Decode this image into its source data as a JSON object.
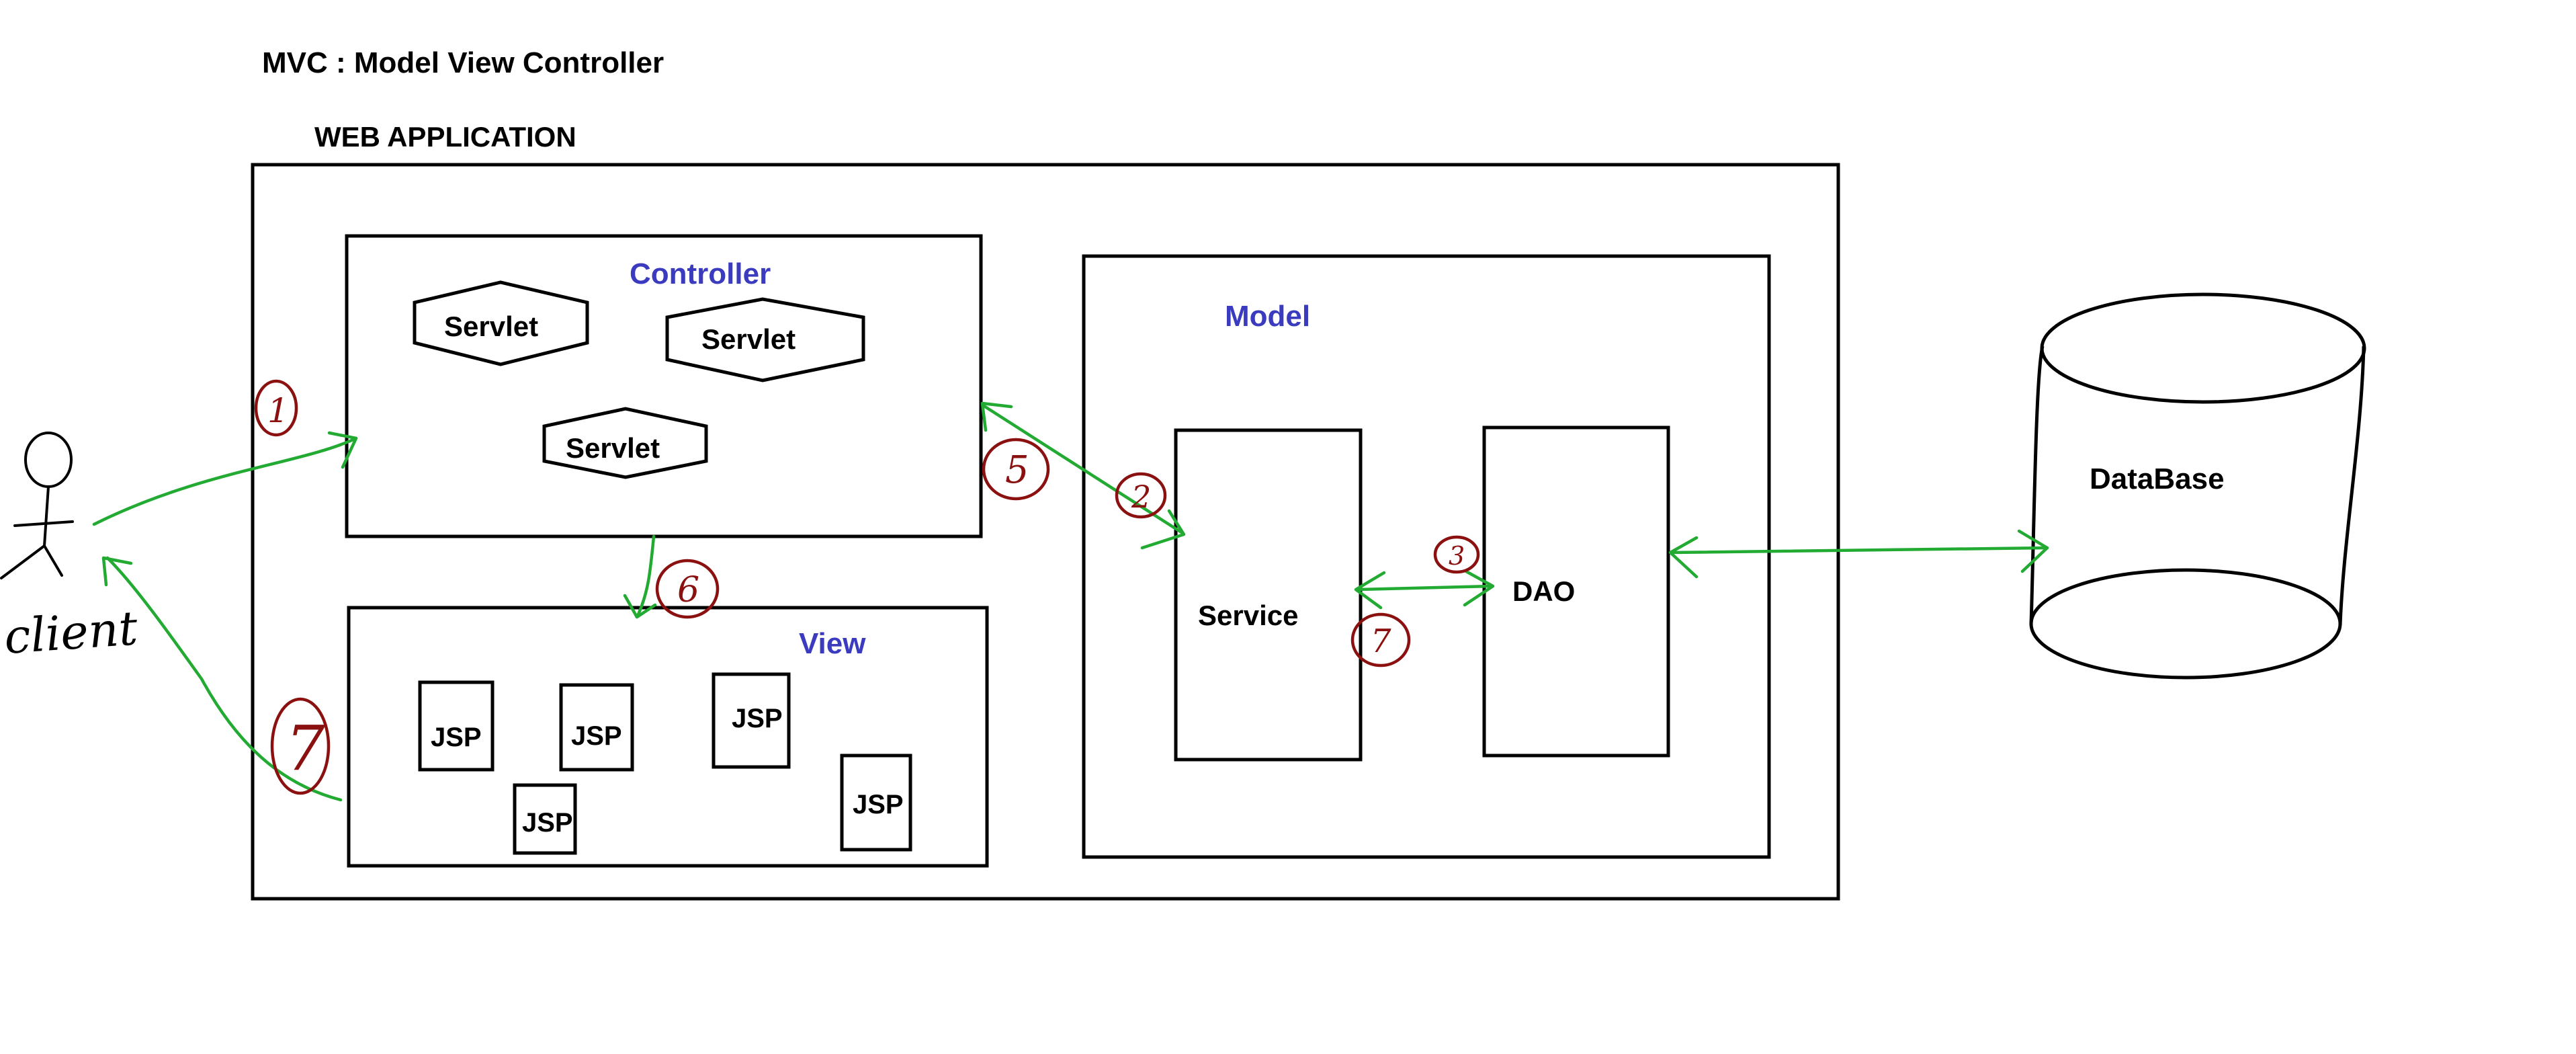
{
  "title": "MVC : Model View Controller",
  "web_app_label": "WEB APPLICATION",
  "controller": {
    "label": "Controller",
    "servlets": [
      "Servlet",
      "Servlet",
      "Servlet"
    ]
  },
  "view": {
    "label": "View",
    "jsps": [
      "JSP",
      "JSP",
      "JSP",
      "JSP",
      "JSP"
    ]
  },
  "model": {
    "label": "Model",
    "service": "Service",
    "dao": "DAO"
  },
  "database": {
    "label": "DataBase"
  },
  "client": {
    "label": "client"
  },
  "steps": {
    "s1": "1",
    "s2": "2",
    "s3": "3",
    "s5": "5",
    "s6": "6",
    "s7a": "7",
    "s7b": "7"
  },
  "colors": {
    "label_blue": "#3b3bbf",
    "arrow_green": "#22aa33",
    "step_red": "#8b1010"
  }
}
